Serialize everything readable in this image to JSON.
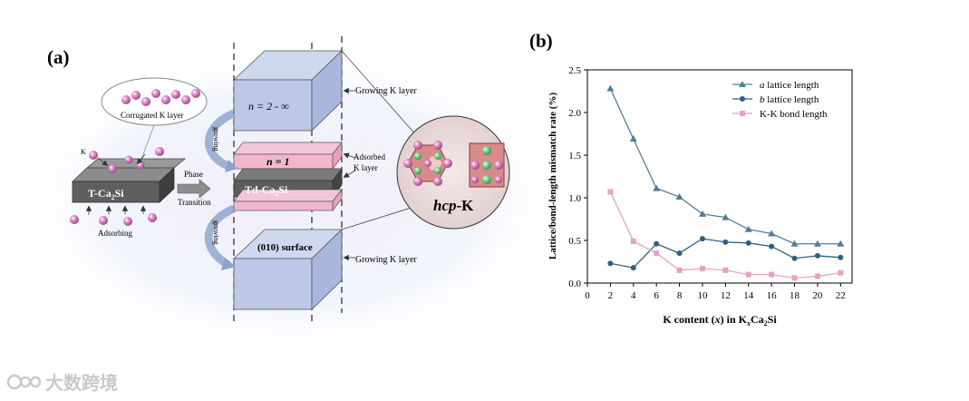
{
  "panel_a": {
    "label": "(a)",
    "corrugated": "Corrugated K layer",
    "k_label": "K",
    "t_phase": "T-Ca",
    "t_phase_sub": "2",
    "t_phase_tail": "Si",
    "adsorbing": "Adsorbing",
    "phase": "Phase",
    "transition": "Transition",
    "growing_arrow": "growing",
    "n_inf": "n = 2 - ∞",
    "n_one": "n = 1",
    "td_phase": "Td-Ca",
    "td_phase_sub": "2",
    "td_phase_tail": "Si",
    "surface": "(010) surface",
    "growing_k_top": "Growing K layer",
    "adsorbed_1": "Adsorbed",
    "adsorbed_2": "K layer",
    "growing_k_bottom": "Growing K layer",
    "hcp_italic": "hcp",
    "hcp_rest": "-K"
  },
  "watermark": "大数跨境",
  "colors": {
    "a_series": "#4f7f99",
    "b_series": "#2f5f84",
    "kk_series": "#e6a2c4",
    "block_blue": "#bcc8e6",
    "block_pink": "#f0b7cf",
    "block_dark": "#5c5c5c"
  },
  "chart_data": {
    "type": "line",
    "panel_label": "(b)",
    "xlabel": "K content (x) in KxCa2Si",
    "xlabel_parts": {
      "pre": "K content (",
      "var": "x",
      "mid": ") in K",
      "sub1": "x",
      "mid2": "Ca",
      "sub2": "2",
      "tail": "Si"
    },
    "ylabel": "Lattice/bond-length mismatch rate  (%)",
    "xlim": [
      0,
      23
    ],
    "ylim": [
      0,
      2.5
    ],
    "xticks": [
      0,
      2,
      4,
      6,
      8,
      10,
      12,
      14,
      16,
      18,
      20,
      22
    ],
    "yticks": [
      0.0,
      0.5,
      1.0,
      1.5,
      2.0,
      2.5
    ],
    "yticks_labels": [
      "0.0",
      "0.5",
      "1.0",
      "1.5",
      "2.0",
      "2.5"
    ],
    "legend_position": "top-right",
    "x": [
      2,
      4,
      6,
      8,
      10,
      12,
      14,
      16,
      18,
      20,
      22
    ],
    "series": [
      {
        "name": "a  lattice length",
        "name_var": "a",
        "name_rest": "  lattice length",
        "marker": "triangle",
        "values": [
          2.28,
          1.69,
          1.11,
          1.01,
          0.81,
          0.77,
          0.63,
          0.58,
          0.46,
          0.46,
          0.46
        ]
      },
      {
        "name": "b  lattice length",
        "name_var": "b",
        "name_rest": "  lattice length",
        "marker": "circle",
        "values": [
          0.23,
          0.18,
          0.46,
          0.35,
          0.52,
          0.48,
          0.47,
          0.43,
          0.29,
          0.32,
          0.3
        ]
      },
      {
        "name": "K-K  bond  length",
        "name_var": "",
        "name_rest": "K-K  bond  length",
        "marker": "square",
        "values": [
          1.07,
          0.49,
          0.35,
          0.15,
          0.17,
          0.15,
          0.1,
          0.1,
          0.06,
          0.08,
          0.12
        ]
      }
    ]
  }
}
